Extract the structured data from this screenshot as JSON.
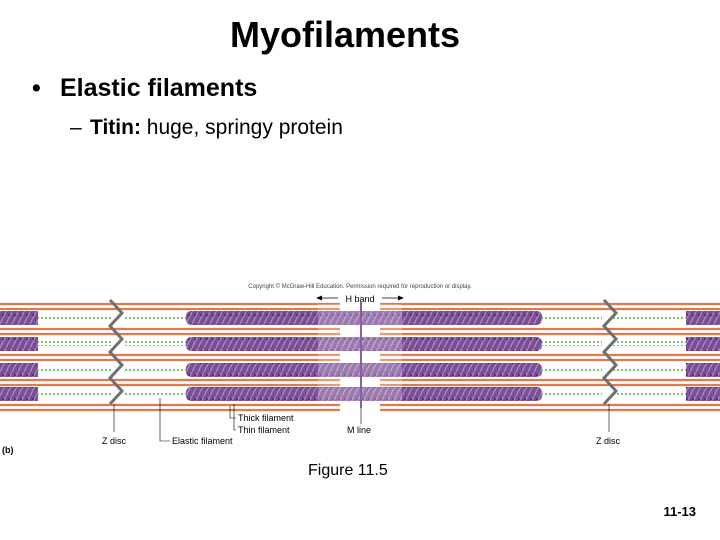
{
  "slide": {
    "title": "Myofilaments",
    "bullet_1": "Elastic filaments",
    "bullet_2_term": "Titin:",
    "bullet_2_text": " huge, springy protein",
    "caption": "Figure 11.5",
    "page_number": "11-13"
  },
  "figure": {
    "copyright": "Copyright © McGraw-Hill Education. Permission required for reproduction or display.",
    "panel_label": "(b)",
    "labels": {
      "h_band": "H band",
      "thick_filament": "Thick filament",
      "thin_filament": "Thin filament",
      "elastic_filament": "Elastic filament",
      "z_disc_left": "Z disc",
      "z_disc_right": "Z disc",
      "m_line": "M line"
    },
    "colors": {
      "thick": "#7a4e94",
      "thin": "#e07a4a",
      "elastic": "#9ccf9a",
      "zdisc": "#707070"
    }
  }
}
